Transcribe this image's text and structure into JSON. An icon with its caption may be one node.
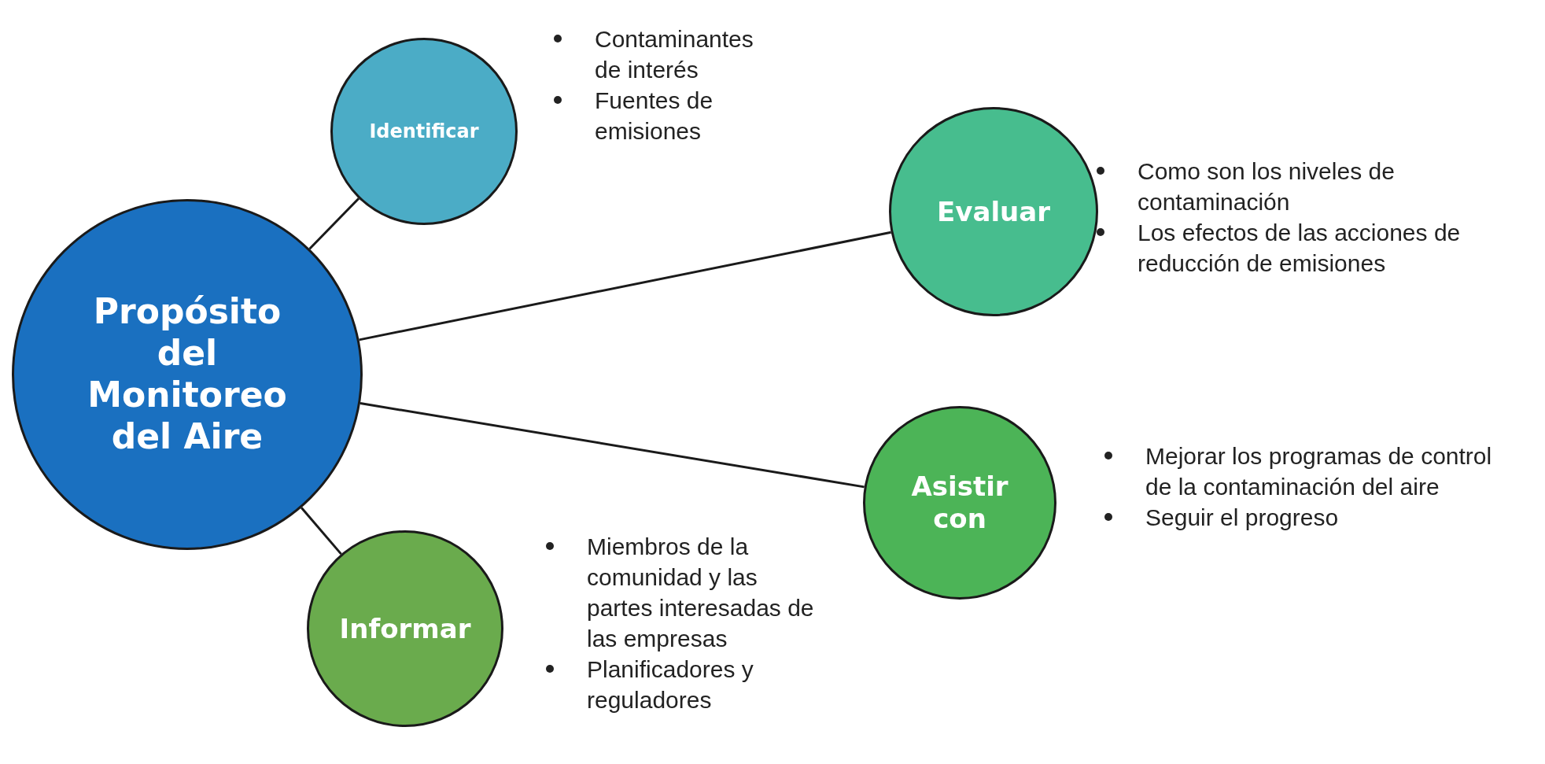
{
  "diagram": {
    "nodes": [
      {
        "text": [
          "Propósito del Monitoreo del Aire"
        ]
      },
      {
        "text": [
          "Identificar"
        ],
        "beside": [
          "Contaminantes de interés",
          "Fuentes de emisiones"
        ]
      },
      {
        "text": [
          "Evaluar"
        ],
        "beside": [
          "Como son los niveles de contaminación",
          "Los efectos de las acciones de reducción de emisiones"
        ]
      },
      {
        "text": [
          "Asistir con"
        ],
        "beside": [
          "Mejorar los programas de control de la contaminación del aire",
          "Seguir el progreso"
        ]
      },
      {
        "text": [
          "Informar"
        ],
        "beside": [
          "Miembros de la comunidad y  las partes interesadas de las empresas",
          "Planificadores y reguladores"
        ]
      }
    ],
    "edges": [
      {
        "from": 0,
        "to": 1,
        "arrow": "none"
      },
      {
        "from": 0,
        "to": 2,
        "arrow": "none"
      },
      {
        "from": 0,
        "to": 3,
        "arrow": "none"
      },
      {
        "from": 0,
        "to": 4,
        "arrow": "none"
      }
    ]
  }
}
